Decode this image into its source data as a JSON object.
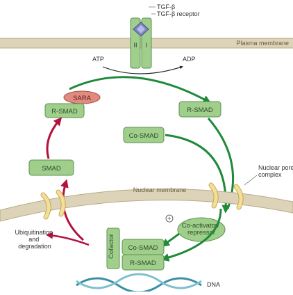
{
  "ligand": {
    "label": "TGF-β",
    "receptor_label": "TGF-β receptor"
  },
  "receptor": {
    "subunit_left": "II",
    "subunit_right": "I"
  },
  "membranes": {
    "plasma": "Plasma membrane",
    "nuclear": "Nuclear membrane"
  },
  "phosphorylation": {
    "atp": "ATP",
    "adp": "ADP"
  },
  "proteins": {
    "sara": "SARA",
    "rsmad_anchored": "R-SMAD",
    "rsmad_active": "R-SMAD",
    "cosmad_cyto": "Co-SMAD",
    "smad": "SMAD",
    "cofactor": "Cofactor",
    "cosmad_nuclear": "Co-SMAD",
    "rsmad_nuclear": "R-SMAD",
    "coactivator": "Co-activator/ repressor"
  },
  "labels": {
    "nuclear_pore": "Nuclear pore complex",
    "ubiquitination": "Ubiquitination and degradation",
    "dna": "DNA",
    "plus": "+"
  },
  "colors": {
    "green_arrow": "#1f8a3a",
    "red_arrow": "#b3123d",
    "protein_fill": "#9fcf8a",
    "membrane_fill": "#ddd3b8",
    "pore_fill": "#f3df9a",
    "sara_fill": "#e08a80"
  }
}
